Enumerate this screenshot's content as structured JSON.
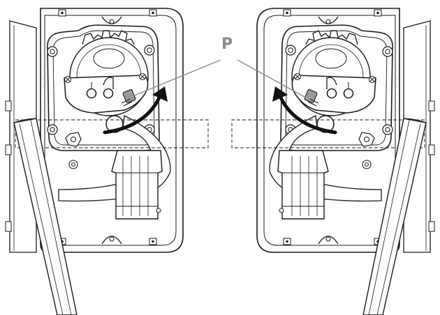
{
  "callout": {
    "label": "P"
  },
  "colors": {
    "line": "#1a1a1a",
    "callout": "#8c8c8c",
    "clutch": "#9a9a9a",
    "arrow": "#111111",
    "background": "#ffffff"
  },
  "units": [
    {
      "name": "left-gate-operator",
      "arrow_direction": "counterclockwise"
    },
    {
      "name": "right-gate-operator",
      "arrow_direction": "clockwise"
    }
  ]
}
